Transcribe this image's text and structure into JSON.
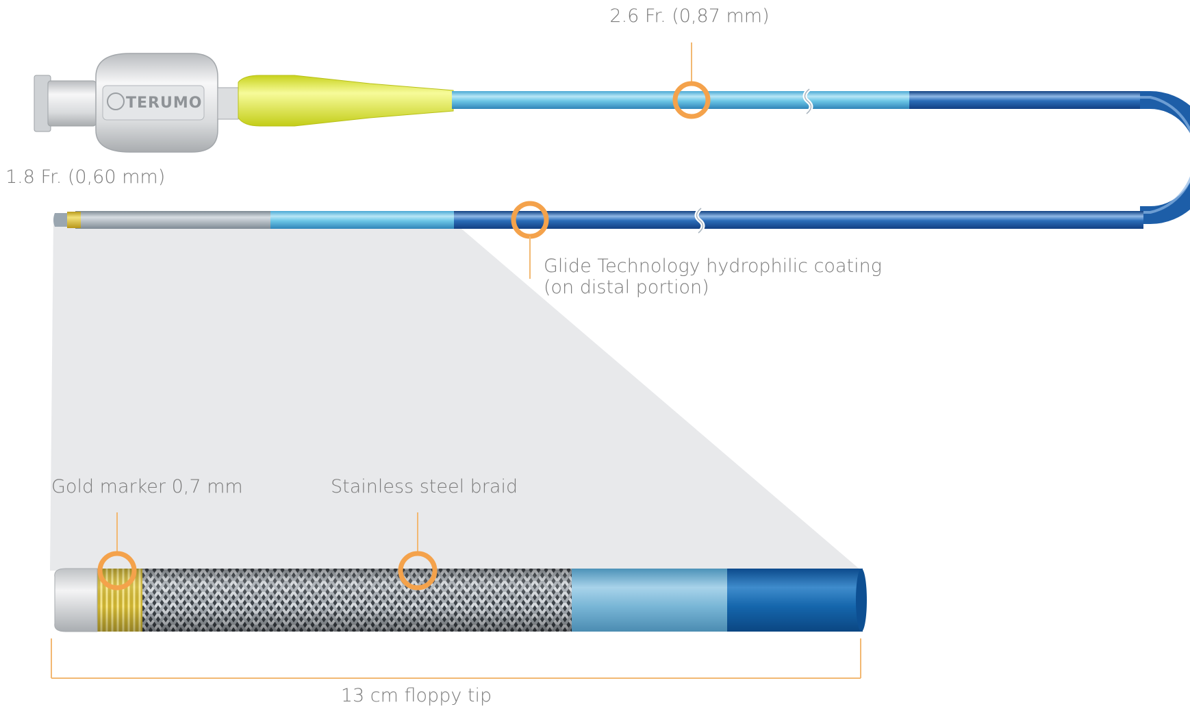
{
  "labels": {
    "proximal_diameter": "2.6 Fr. (0,87 mm)",
    "distal_diameter": "1.8 Fr. (0,60 mm)",
    "coating_line1": "Glide Technology hydrophilic coating",
    "coating_line2": "(on distal portion)",
    "gold_marker": "Gold marker 0,7 mm",
    "braid": "Stainless steel braid",
    "tip_length": "13 cm floppy tip"
  },
  "hub": {
    "brand": "TERUMO"
  },
  "colors": {
    "callout_ring": "#f4a24b",
    "callout_line": "#f2b872",
    "hub_connector": "#e9ef3c",
    "shaft_light_blue": "#6cc6e6",
    "shaft_dark_blue": "#1d5ea8",
    "tip_grey": "#9aa6b0",
    "gold": "#e2c33b",
    "zoom_background": "#e8e9eb",
    "label_text": "#7b7b7b"
  }
}
